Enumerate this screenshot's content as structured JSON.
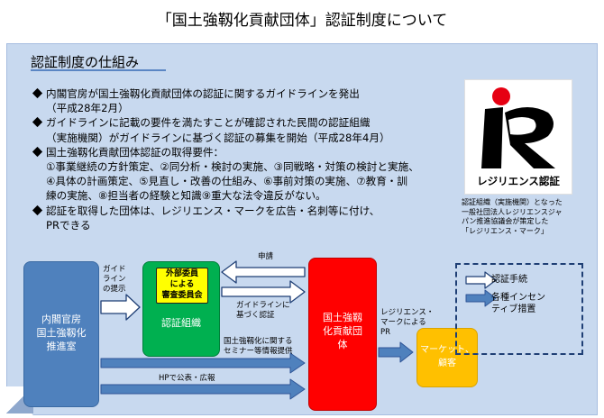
{
  "page_title": "「国土強靱化貢献団体」認証制度について",
  "section_title": "認証制度の仕組み",
  "bullets": [
    {
      "lines": [
        "内閣官房が国土強靱化貢献団体の認証に関するガイドラインを発出",
        "（平成28年2月）"
      ]
    },
    {
      "lines": [
        "ガイドラインに記載の要件を満たすことが確認された民間の認証組織",
        "（実施機関）がガイドラインに基づく認証の募集を開始（平成28年4月）"
      ]
    },
    {
      "lines": [
        "国土強靱化貢献団体認証の取得要件：",
        "①事業継続の方針策定、②同分析・検討の実施、③同戦略・対策の検討と実施、",
        "④具体の計画策定、⑤見直し・改善の仕組み、⑥事前対策の実施、⑦教育・訓",
        "練の実施、⑧担当者の経験と知識⑨重大な法令違反がない。"
      ]
    },
    {
      "lines": [
        "認証を取得した団体は、レジリエンス・マークを広告・名刺等に付け、",
        "PRできる"
      ]
    }
  ],
  "logo": {
    "label": "レジリエンス認証"
  },
  "logo_caption": [
    "認証組織（実施機関）となった",
    "一般社団法人レジリエンスジャ",
    "パン推進協議会が策定した",
    "「レジリエンス・マーク」"
  ],
  "boxes": {
    "cabinet": [
      "内閣官房",
      "国土強靱化",
      "推進室"
    ],
    "org_inner": [
      "外部委員",
      "による",
      "審査委員会"
    ],
    "org": "認証組織",
    "resilience": [
      "国土強靱",
      "化貢献団",
      "体"
    ],
    "market": [
      "マーケット、",
      "顧客"
    ]
  },
  "arrow_labels": {
    "guideline": [
      "ガイド",
      "ライン",
      "の提示"
    ],
    "application": "申請",
    "certification": [
      "ガイドラインに",
      "基づく認証"
    ],
    "seminar": [
      "国土強靱化に関する",
      "セミナー等情報提供"
    ],
    "hp": "HPで公表・広報",
    "mark_pr": [
      "レジリエンス・",
      "マークによる",
      "PR"
    ]
  },
  "legend": {
    "items": [
      "認証手続",
      "各種インセン",
      "ティブ措置"
    ]
  },
  "colors": {
    "panel": "#c8d9ef",
    "cabinet": "#4f81bd",
    "organization": "#00b050",
    "committee": "#ffff00",
    "resilience_group": "#ff0000",
    "market": "#ffc000",
    "process_arrow": "#ffffff",
    "incentive_arrow": "#4f81bd"
  }
}
